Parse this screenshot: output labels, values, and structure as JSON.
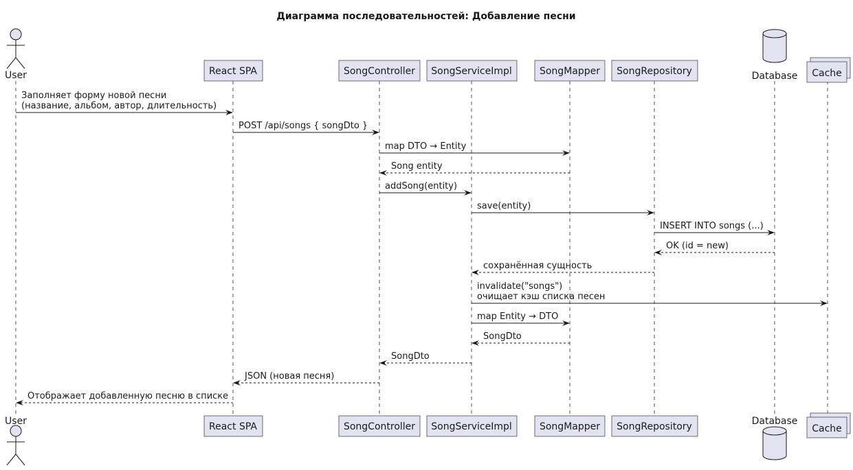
{
  "title": "Диаграмма последовательностей: Добавление песни",
  "participants": [
    {
      "id": "user",
      "label": "User",
      "kind": "actor"
    },
    {
      "id": "spa",
      "label": "React SPA",
      "kind": "participant"
    },
    {
      "id": "ctrl",
      "label": "SongController",
      "kind": "participant"
    },
    {
      "id": "svc",
      "label": "SongServiceImpl",
      "kind": "participant"
    },
    {
      "id": "mapper",
      "label": "SongMapper",
      "kind": "participant"
    },
    {
      "id": "repo",
      "label": "SongRepository",
      "kind": "participant"
    },
    {
      "id": "db",
      "label": "Database",
      "kind": "database"
    },
    {
      "id": "cache",
      "label": "Cache",
      "kind": "collections"
    }
  ],
  "messages": [
    {
      "from": "user",
      "to": "spa",
      "style": "solid",
      "lines": [
        "Заполняет форму новой песни",
        "(название, альбом, автор, длительность)"
      ]
    },
    {
      "from": "spa",
      "to": "ctrl",
      "style": "solid",
      "lines": [
        "POST /api/songs { songDto }"
      ]
    },
    {
      "from": "ctrl",
      "to": "mapper",
      "style": "solid",
      "lines": [
        "map DTO → Entity"
      ]
    },
    {
      "from": "mapper",
      "to": "ctrl",
      "style": "dashed",
      "lines": [
        "Song entity"
      ]
    },
    {
      "from": "ctrl",
      "to": "svc",
      "style": "solid",
      "lines": [
        "addSong(entity)"
      ]
    },
    {
      "from": "svc",
      "to": "repo",
      "style": "solid",
      "lines": [
        "save(entity)"
      ]
    },
    {
      "from": "repo",
      "to": "db",
      "style": "solid",
      "lines": [
        "INSERT INTO songs (...)"
      ]
    },
    {
      "from": "db",
      "to": "repo",
      "style": "dashed",
      "lines": [
        "OK (id = new)"
      ]
    },
    {
      "from": "repo",
      "to": "svc",
      "style": "dashed",
      "lines": [
        "сохранённая сущность"
      ]
    },
    {
      "from": "svc",
      "to": "cache",
      "style": "solid",
      "lines": [
        "invalidate(\"songs\")",
        "очищает кэш списка песен"
      ]
    },
    {
      "from": "svc",
      "to": "mapper",
      "style": "solid",
      "lines": [
        "map Entity → DTO"
      ]
    },
    {
      "from": "mapper",
      "to": "svc",
      "style": "dashed",
      "lines": [
        "SongDto"
      ]
    },
    {
      "from": "svc",
      "to": "ctrl",
      "style": "dashed",
      "lines": [
        "SongDto"
      ]
    },
    {
      "from": "ctrl",
      "to": "spa",
      "style": "dashed",
      "lines": [
        "JSON (новая песня)"
      ]
    },
    {
      "from": "spa",
      "to": "user",
      "style": "dashed",
      "lines": [
        "Отображает добавленную песню в списке"
      ]
    }
  ]
}
